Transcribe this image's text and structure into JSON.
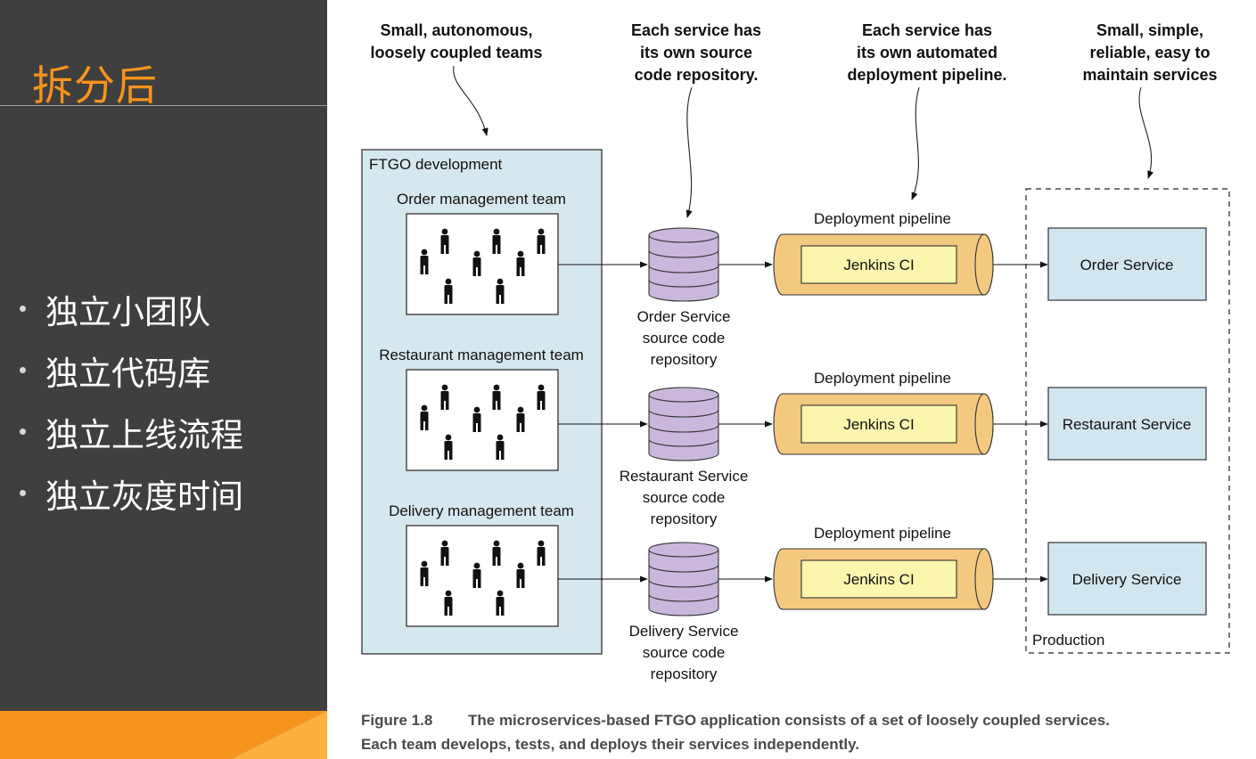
{
  "slide": {
    "title": "拆分后",
    "bullets": [
      "独立小团队",
      "独立代码库",
      "独立上线流程",
      "独立灰度时间"
    ]
  },
  "figure": {
    "callouts": [
      {
        "lines": [
          "Small, autonomous,",
          "loosely coupled teams"
        ]
      },
      {
        "lines": [
          "Each service has",
          "its own source",
          "code repository."
        ]
      },
      {
        "lines": [
          "Each service has",
          "its own automated",
          "deployment pipeline."
        ]
      },
      {
        "lines": [
          "Small, simple,",
          "reliable, easy to",
          "maintain services"
        ]
      }
    ],
    "dev_box_label": "FTGO development",
    "production_label": "Production",
    "rows": [
      {
        "team": "Order management team",
        "repo_lines": [
          "Order Service",
          "source code",
          "repository"
        ],
        "pipeline": "Deployment pipeline",
        "ci": "Jenkins CI",
        "service": "Order Service"
      },
      {
        "team": "Restaurant management team",
        "repo_lines": [
          "Restaurant Service",
          "source code",
          "repository"
        ],
        "pipeline": "Deployment pipeline",
        "ci": "Jenkins CI",
        "service": "Restaurant Service"
      },
      {
        "team": "Delivery management team",
        "repo_lines": [
          "Delivery Service",
          "source code",
          "repository"
        ],
        "pipeline": "Deployment pipeline",
        "ci": "Jenkins CI",
        "service": "Delivery Service"
      }
    ],
    "caption": {
      "label": "Figure 1.8",
      "line1": "The microservices-based FTGO application consists of a set of loosely coupled services.",
      "line2": "Each team develops, tests, and deploys their services independently."
    }
  },
  "colors": {
    "slide_bg": "#3f3f3f",
    "accent": "#f7941d",
    "team_box_fill": "#d6e8ef",
    "repo_fill": "#c9b8dc",
    "pipeline_fill": "#f3c980",
    "ci_fill": "#fbf5ae",
    "service_fill": "#d1e6ef"
  }
}
